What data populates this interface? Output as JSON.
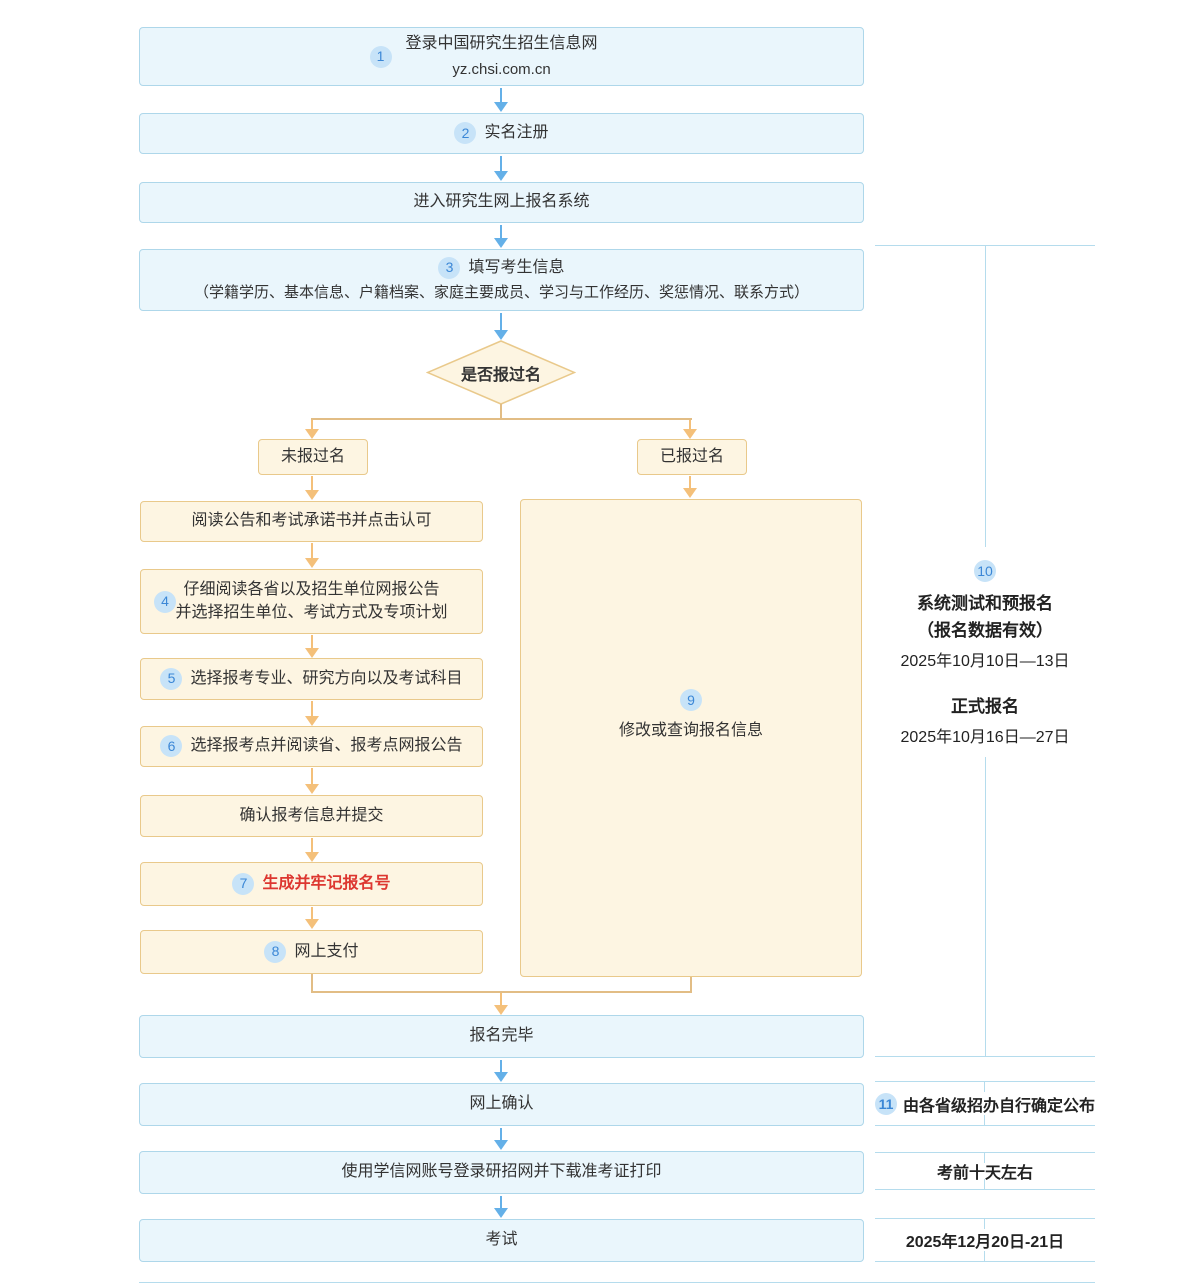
{
  "steps": {
    "login": {
      "num": "1",
      "line1": "登录中国研究生招生信息网",
      "line2": "yz.chsi.com.cn"
    },
    "register": {
      "num": "2",
      "label": "实名注册"
    },
    "enter_system": {
      "label": "进入研究生网上报名系统"
    },
    "fill_info": {
      "num": "3",
      "line1": "填写考生信息",
      "line2": "（学籍学历、基本信息、户籍档案、家庭主要成员、学习与工作经历、奖惩情况、联系方式）"
    },
    "decision": {
      "label": "是否报过名"
    },
    "branch_new": {
      "label": "未报过名"
    },
    "branch_old": {
      "label": "已报过名"
    },
    "read_notice": {
      "label": "阅读公告和考试承诺书并点击认可"
    },
    "read_detail": {
      "num": "4",
      "line1": "仔细阅读各省以及招生单位网报公告",
      "line2": "并选择招生单位、考试方式及专项计划"
    },
    "choose_major": {
      "num": "5",
      "label": "选择报考专业、研究方向以及考试科目"
    },
    "choose_site": {
      "num": "6",
      "label": "选择报考点并阅读省、报考点网报公告"
    },
    "confirm_submit": {
      "label": "确认报考信息并提交"
    },
    "generate_id": {
      "num": "7",
      "label": "生成并牢记报名号"
    },
    "pay_online": {
      "num": "8",
      "label": "网上支付"
    },
    "modify_query": {
      "num": "9",
      "label": "修改或查询报名信息"
    },
    "finish": {
      "label": "报名完毕"
    },
    "confirm_online": {
      "label": "网上确认"
    },
    "download_ticket": {
      "label": "使用学信网账号登录研招网并下载准考证打印"
    },
    "exam": {
      "label": "考试"
    }
  },
  "annotations": {
    "period": {
      "num": "10",
      "title1": "系统测试和预报名",
      "title2": "（报名数据有效）",
      "date1": "2025年10月10日—13日",
      "title3": "正式报名",
      "date2": "2025年10月16日—27日"
    },
    "confirm_note": {
      "num": "11",
      "label": "由各省级招办自行确定公布"
    },
    "ticket_note": {
      "label": "考前十天左右"
    },
    "exam_date": {
      "label": "2025年12月20日-21日"
    }
  },
  "colors": {
    "blue_fill": "#eaf6fc",
    "blue_border": "#aed7ea",
    "cream_fill": "#fdf5e2",
    "cream_border": "#e9c98b",
    "blue_arrow": "#64b0e8",
    "orange_arrow": "#f4c07a",
    "badge_fill": "#c7e3f8",
    "badge_text": "#3b87d6",
    "red_text": "#dd3730",
    "bracket_line": "#b5dced"
  }
}
